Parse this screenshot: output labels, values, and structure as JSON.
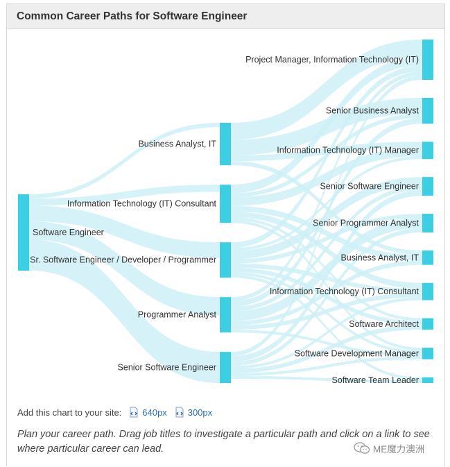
{
  "panel": {
    "title": "Common Career Paths for Software Engineer"
  },
  "diagram_data": {
    "type": "sankey",
    "node_color": "#3ccfe3",
    "link_color": "#cdf0f7",
    "nodes": [
      {
        "id": "se",
        "label": "Software Engineer",
        "column": 0
      },
      {
        "id": "ba",
        "label": "Business Analyst, IT",
        "column": 1
      },
      {
        "id": "itc",
        "label": "Information Technology (IT) Consultant",
        "column": 1
      },
      {
        "id": "sr",
        "label": "Sr. Software Engineer / Developer / Programmer",
        "column": 1
      },
      {
        "id": "pa",
        "label": "Programmer Analyst",
        "column": 1
      },
      {
        "id": "sse",
        "label": "Senior Software Engineer",
        "column": 1
      },
      {
        "id": "pm",
        "label": "Project Manager, Information Technology (IT)",
        "column": 2
      },
      {
        "id": "sba",
        "label": "Senior Business Analyst",
        "column": 2
      },
      {
        "id": "itm",
        "label": "Information Technology (IT) Manager",
        "column": 2
      },
      {
        "id": "sse2",
        "label": "Senior Software Engineer",
        "column": 2
      },
      {
        "id": "spa",
        "label": "Senior Programmer Analyst",
        "column": 2
      },
      {
        "id": "ba2",
        "label": "Business Analyst, IT",
        "column": 2
      },
      {
        "id": "itc2",
        "label": "Information Technology (IT) Consultant",
        "column": 2
      },
      {
        "id": "sa",
        "label": "Software Architect",
        "column": 2
      },
      {
        "id": "sdm",
        "label": "Software Development Manager",
        "column": 2
      },
      {
        "id": "stl",
        "label": "Software Team Leader",
        "column": 2
      }
    ],
    "links": [
      {
        "source": "se",
        "target": "ba",
        "value": 6
      },
      {
        "source": "se",
        "target": "itc",
        "value": 10
      },
      {
        "source": "se",
        "target": "sr",
        "value": 22
      },
      {
        "source": "se",
        "target": "pa",
        "value": 26
      },
      {
        "source": "se",
        "target": "sse",
        "value": 44
      },
      {
        "source": "ba",
        "target": "pm",
        "value": 24
      },
      {
        "source": "ba",
        "target": "sba",
        "value": 22
      },
      {
        "source": "ba",
        "target": "itm",
        "value": 8
      },
      {
        "source": "ba",
        "target": "ba2",
        "value": 6
      },
      {
        "source": "itc",
        "target": "pm",
        "value": 12
      },
      {
        "source": "itc",
        "target": "sba",
        "value": 6
      },
      {
        "source": "itc",
        "target": "itm",
        "value": 12
      },
      {
        "source": "itc",
        "target": "ba2",
        "value": 8
      },
      {
        "source": "itc",
        "target": "itc2",
        "value": 8
      },
      {
        "source": "itc",
        "target": "sa",
        "value": 4
      },
      {
        "source": "itc",
        "target": "sdm",
        "value": 4
      },
      {
        "source": "sr",
        "target": "pm",
        "value": 8
      },
      {
        "source": "sr",
        "target": "sse2",
        "value": 12
      },
      {
        "source": "sr",
        "target": "itm",
        "value": 4
      },
      {
        "source": "sr",
        "target": "spa",
        "value": 6
      },
      {
        "source": "sr",
        "target": "itc2",
        "value": 6
      },
      {
        "source": "sr",
        "target": "sa",
        "value": 6
      },
      {
        "source": "sr",
        "target": "sdm",
        "value": 4
      },
      {
        "source": "sr",
        "target": "stl",
        "value": 4
      },
      {
        "source": "pa",
        "target": "pm",
        "value": 6
      },
      {
        "source": "pa",
        "target": "sba",
        "value": 8
      },
      {
        "source": "pa",
        "target": "sse2",
        "value": 6
      },
      {
        "source": "pa",
        "target": "spa",
        "value": 14
      },
      {
        "source": "pa",
        "target": "ba2",
        "value": 6
      },
      {
        "source": "pa",
        "target": "itc2",
        "value": 6
      },
      {
        "source": "pa",
        "target": "sdm",
        "value": 4
      },
      {
        "source": "sse",
        "target": "pm",
        "value": 6
      },
      {
        "source": "sse",
        "target": "sse2",
        "value": 8
      },
      {
        "source": "sse",
        "target": "spa",
        "value": 6
      },
      {
        "source": "sse",
        "target": "itc2",
        "value": 4
      },
      {
        "source": "sse",
        "target": "sa",
        "value": 6
      },
      {
        "source": "sse",
        "target": "sdm",
        "value": 4
      },
      {
        "source": "sse",
        "target": "stl",
        "value": 4
      }
    ]
  },
  "footer": {
    "add_chart_text": "Add this chart to your site:",
    "link_640": "640px",
    "link_300": "300px",
    "note": "Plan your career path. Drag job titles to investigate a particular path and click on a link to see where particular career can lead."
  },
  "watermark": {
    "text": "ME魔力澳洲",
    "icon": "wechat-icon"
  }
}
